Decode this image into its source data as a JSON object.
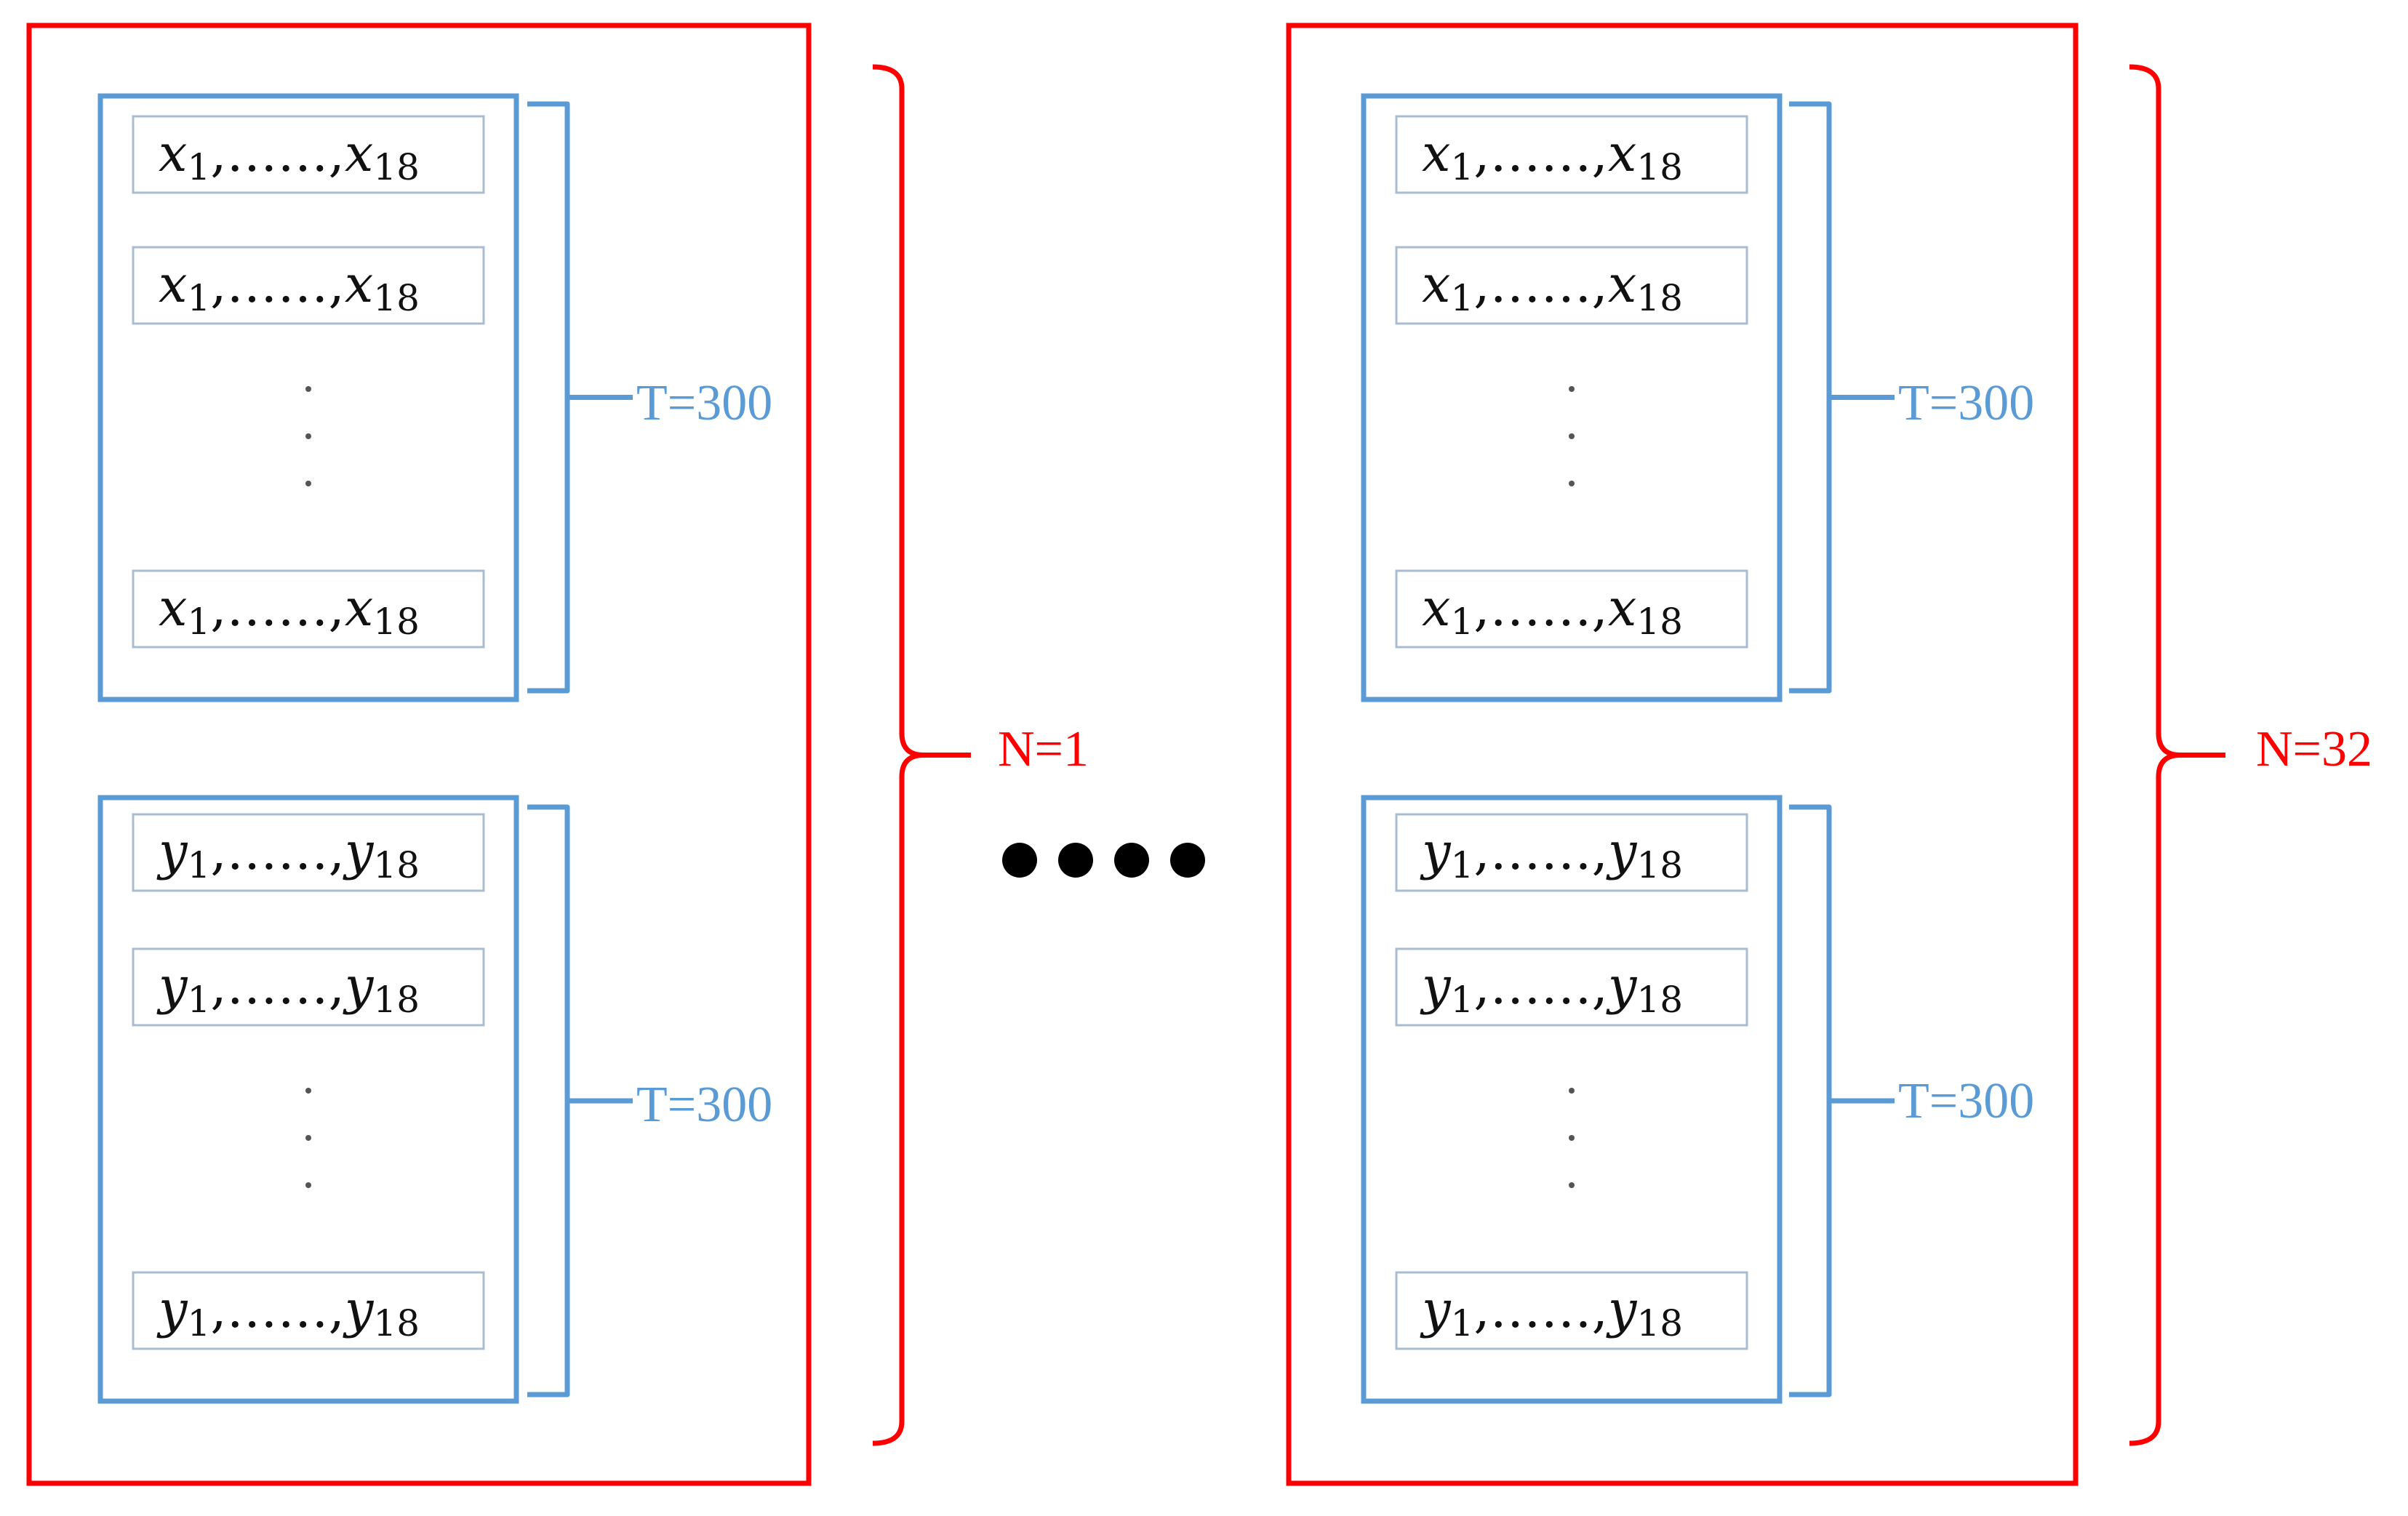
{
  "colors": {
    "batch_border": "#ff0000",
    "sequence_border": "#5b9bd5",
    "row_border": "#a9bcd0",
    "text": "#111111"
  },
  "batches": [
    {
      "n_label": "N=1",
      "groups": [
        {
          "var": "x",
          "start_index": "1",
          "end_index": "18",
          "separator": ",……,",
          "t_label": "T=300"
        },
        {
          "var": "y",
          "start_index": "1",
          "end_index": "18",
          "separator": ",……,",
          "t_label": "T=300"
        }
      ]
    },
    {
      "n_label": "N=32",
      "groups": [
        {
          "var": "x",
          "start_index": "1",
          "end_index": "18",
          "separator": ",……,",
          "t_label": "T=300"
        },
        {
          "var": "y",
          "start_index": "1",
          "end_index": "18",
          "separator": ",……,",
          "t_label": "T=300"
        }
      ]
    }
  ],
  "ellipsis_dot_count": 4
}
